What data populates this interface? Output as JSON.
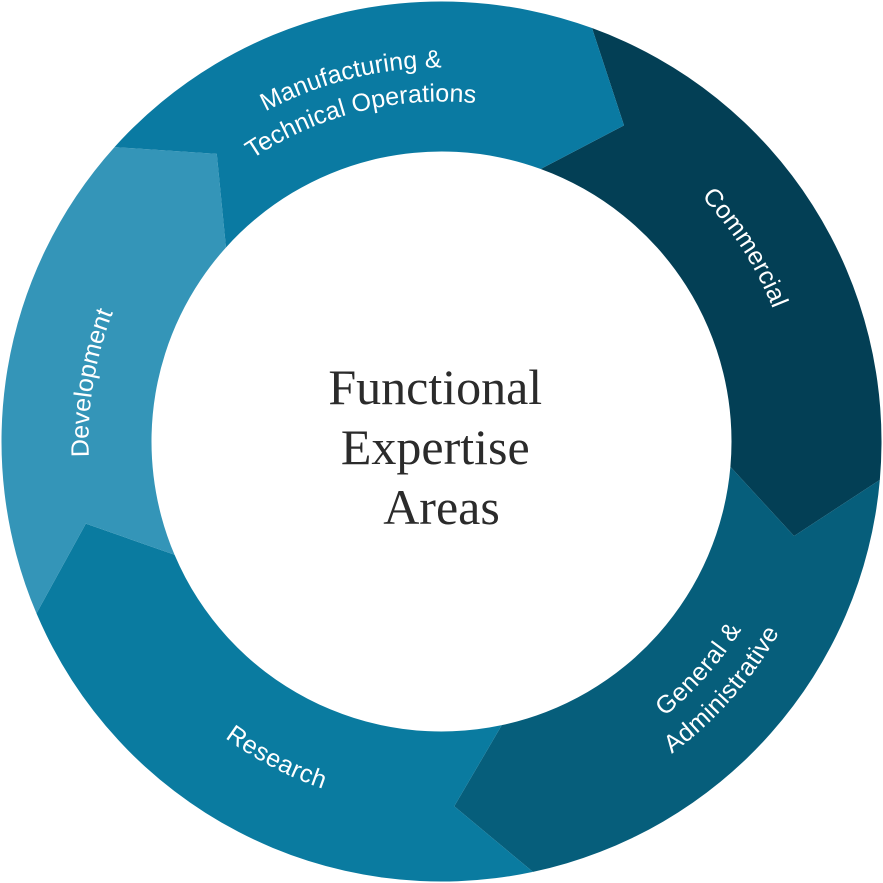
{
  "center": {
    "title_lines": [
      "Functional",
      "Expertise",
      "Areas"
    ]
  },
  "segments": [
    {
      "id": "commercial",
      "label_lines": [
        "Commercial"
      ],
      "color": "#033f55"
    },
    {
      "id": "general-administrative",
      "label_lines": [
        "General &",
        "Administrative"
      ],
      "color": "#065e7b"
    },
    {
      "id": "research",
      "label_lines": [
        "Research"
      ],
      "color": "#0a7ba0"
    },
    {
      "id": "development",
      "label_lines": [
        "Development"
      ],
      "color": "#3495b8"
    },
    {
      "id": "manufacturing-technical-operations",
      "label_lines": [
        "Manufacturing &",
        "Technical Operations"
      ],
      "color": "#0a7aa2"
    }
  ]
}
